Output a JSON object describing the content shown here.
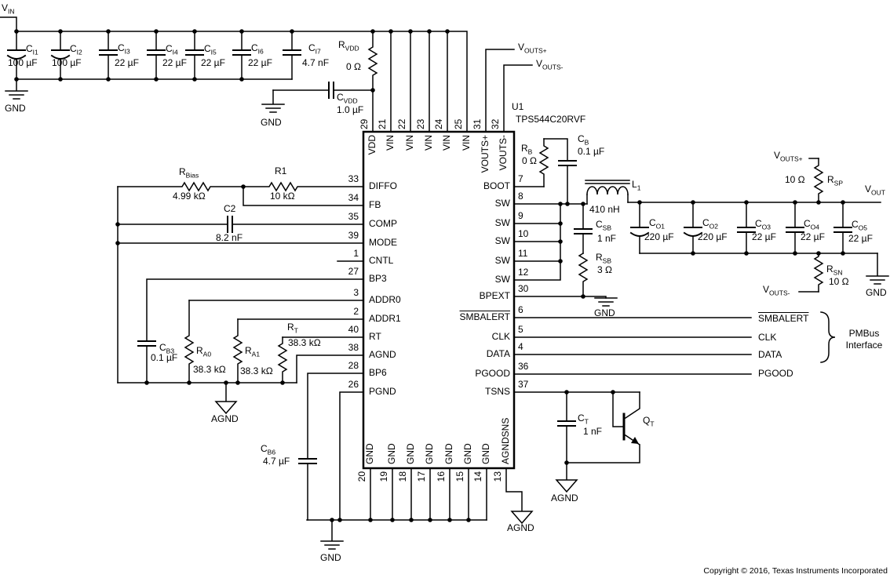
{
  "doc": {
    "copyright": "Copyright © 2016, Texas Instruments Incorporated",
    "line_color": "#000000",
    "background": "#ffffff"
  },
  "nets": {
    "vin": {
      "t": "V",
      "s": "IN"
    },
    "vout": {
      "t": "V",
      "s": "OUT"
    },
    "vouts_p": {
      "t": "V",
      "s": "OUTS+"
    },
    "vouts_n": {
      "t": "V",
      "s": "OUTS-"
    },
    "gnd": "GND",
    "agnd": "AGND",
    "smbalert": {
      "t": "SMBALERT",
      "bar": true
    },
    "clk": "CLK",
    "data": "DATA",
    "pgood": "PGOOD",
    "pmbus1": "PMBus",
    "pmbus2": "Interface"
  },
  "ic": {
    "refdes": "U1",
    "part": "TPS544C20RVF",
    "top": [
      {
        "num": "29",
        "label": "VDD"
      },
      {
        "num": "21",
        "label": "VIN"
      },
      {
        "num": "22",
        "label": "VIN"
      },
      {
        "num": "23",
        "label": "VIN"
      },
      {
        "num": "24",
        "label": "VIN"
      },
      {
        "num": "25",
        "label": "VIN"
      },
      {
        "num": "31",
        "label": "VOUTS+"
      },
      {
        "num": "32",
        "label": "VOUTS-"
      }
    ],
    "left": [
      {
        "num": "33",
        "label": "DIFFO"
      },
      {
        "num": "34",
        "label": "FB"
      },
      {
        "num": "35",
        "label": "COMP"
      },
      {
        "num": "39",
        "label": "MODE"
      },
      {
        "num": "1",
        "label": "CNTL"
      },
      {
        "num": "27",
        "label": "BP3"
      },
      {
        "num": "3",
        "label": "ADDR0"
      },
      {
        "num": "2",
        "label": "ADDR1"
      },
      {
        "num": "40",
        "label": "RT"
      },
      {
        "num": "38",
        "label": "AGND"
      },
      {
        "num": "28",
        "label": "BP6"
      },
      {
        "num": "26",
        "label": "PGND"
      }
    ],
    "right": [
      {
        "num": "7",
        "label": "BOOT"
      },
      {
        "num": "8",
        "label": "SW"
      },
      {
        "num": "9",
        "label": "SW"
      },
      {
        "num": "10",
        "label": "SW"
      },
      {
        "num": "11",
        "label": "SW"
      },
      {
        "num": "12",
        "label": "SW"
      },
      {
        "num": "30",
        "label": "BPEXT"
      },
      {
        "num": "6",
        "label": {
          "t": "SMBALERT",
          "bar": true
        }
      },
      {
        "num": "5",
        "label": "CLK"
      },
      {
        "num": "4",
        "label": "DATA"
      },
      {
        "num": "36",
        "label": "PGOOD"
      },
      {
        "num": "37",
        "label": "TSNS"
      }
    ],
    "bottom": [
      {
        "num": "20",
        "label": "GND"
      },
      {
        "num": "19",
        "label": "GND"
      },
      {
        "num": "18",
        "label": "GND"
      },
      {
        "num": "17",
        "label": "GND"
      },
      {
        "num": "16",
        "label": "GND"
      },
      {
        "num": "15",
        "label": "GND"
      },
      {
        "num": "14",
        "label": "GND"
      },
      {
        "num": "13",
        "label": "AGNDSNS"
      }
    ]
  },
  "parts": {
    "ci1": {
      "name": {
        "t": "C",
        "s": "I1"
      },
      "value": "100 µF"
    },
    "ci2": {
      "name": {
        "t": "C",
        "s": "I2"
      },
      "value": "100 µF"
    },
    "ci3": {
      "name": {
        "t": "C",
        "s": "I3"
      },
      "value": "22 µF"
    },
    "ci4": {
      "name": {
        "t": "C",
        "s": "I4"
      },
      "value": "22 µF"
    },
    "ci5": {
      "name": {
        "t": "C",
        "s": "I5"
      },
      "value": "22 µF"
    },
    "ci6": {
      "name": {
        "t": "C",
        "s": "I6"
      },
      "value": "22 µF"
    },
    "ci7": {
      "name": {
        "t": "C",
        "s": "I7"
      },
      "value": "4.7 nF"
    },
    "rvdd": {
      "name": {
        "t": "R",
        "s": "VDD"
      },
      "value": "0 Ω"
    },
    "cvdd": {
      "name": {
        "t": "C",
        "s": "VDD"
      },
      "value": "1.0 µF"
    },
    "rbias": {
      "name": {
        "t": "R",
        "s": "Bias"
      },
      "value": "4.99 kΩ"
    },
    "r1": {
      "name": "R1",
      "value": "10 kΩ"
    },
    "c2": {
      "name": "C2",
      "value": "8.2 nF"
    },
    "cb3": {
      "name": {
        "t": "C",
        "s": "B3"
      },
      "value": "0.1 µF"
    },
    "ra0": {
      "name": {
        "t": "R",
        "s": "A0"
      },
      "value": "38.3 kΩ"
    },
    "ra1": {
      "name": {
        "t": "R",
        "s": "A1"
      },
      "value": "38.3 kΩ"
    },
    "rt": {
      "name": {
        "t": "R",
        "s": "T"
      },
      "value": "38.3 kΩ"
    },
    "cb6": {
      "name": {
        "t": "C",
        "s": "B6"
      },
      "value": "4.7 µF"
    },
    "rb": {
      "name": {
        "t": "R",
        "s": "B"
      },
      "value": "0 Ω"
    },
    "cb": {
      "name": {
        "t": "C",
        "s": "B"
      },
      "value": "0.1 µF"
    },
    "l1": {
      "name": {
        "t": "L",
        "s": "1"
      },
      "value": "410 nH"
    },
    "csb": {
      "name": {
        "t": "C",
        "s": "SB"
      },
      "value": "1 nF"
    },
    "rsb": {
      "name": {
        "t": "R",
        "s": "SB"
      },
      "value": "3 Ω"
    },
    "co1": {
      "name": {
        "t": "C",
        "s": "O1"
      },
      "value": "220 µF"
    },
    "co2": {
      "name": {
        "t": "C",
        "s": "O2"
      },
      "value": "220 µF"
    },
    "co3": {
      "name": {
        "t": "C",
        "s": "O3"
      },
      "value": "22 µF"
    },
    "co4": {
      "name": {
        "t": "C",
        "s": "O4"
      },
      "value": "22 µF"
    },
    "co5": {
      "name": {
        "t": "C",
        "s": "O5"
      },
      "value": "22 µF"
    },
    "rsp": {
      "name": {
        "t": "R",
        "s": "SP"
      },
      "value": "10 Ω"
    },
    "rsn": {
      "name": {
        "t": "R",
        "s": "SN"
      },
      "value": "10 Ω"
    },
    "ct": {
      "name": {
        "t": "C",
        "s": "T"
      },
      "value": "1 nF"
    },
    "qt": {
      "name": {
        "t": "Q",
        "s": "T"
      }
    }
  }
}
